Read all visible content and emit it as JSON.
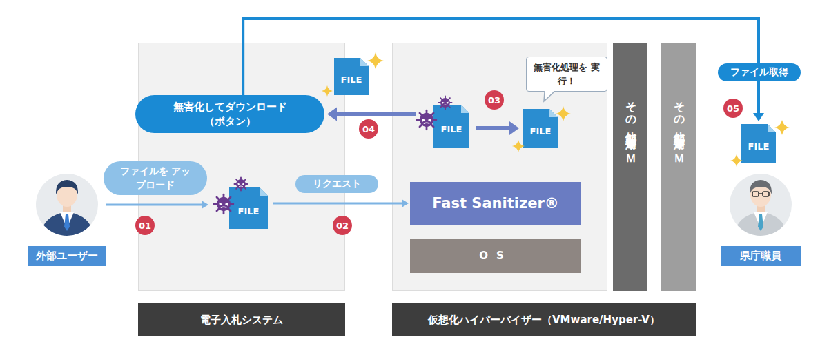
{
  "diagram": {
    "nodes": [
      {
        "text": [
          "外部ユーザー"
        ]
      },
      {
        "text": [
          "電子入札システム"
        ]
      },
      {
        "text": [
          "無害化してダウンロード （ボタン）"
        ],
        "in": 1
      },
      {
        "text": [
          "FILE"
        ],
        "in": 1
      },
      {
        "text": [
          "FILE"
        ],
        "in": 1
      },
      {
        "text": [
          "仮想化ハイパーバイザー（VMware/Hyper-V）"
        ]
      },
      {
        "text": [
          "無害化処理を 実行！"
        ],
        "in": 5
      },
      {
        "text": [
          "FILE"
        ],
        "in": 5
      },
      {
        "text": [
          "FILE"
        ],
        "in": 5
      },
      {
        "text": [
          "Fast Sanitizer®"
        ],
        "in": 5
      },
      {
        "text": [
          "OS"
        ],
        "in": 5
      },
      {
        "text": [
          "その他顧客運用ＶＭ"
        ],
        "in": 5
      },
      {
        "text": [
          "その他顧客運用ＶＭ"
        ],
        "in": 5
      },
      {
        "text": [
          "FILE"
        ]
      },
      {
        "text": [
          "県庁職員"
        ]
      }
    ],
    "edges": [
      {
        "from": 0,
        "to": 4,
        "label": "ファイルを アップロード",
        "arrow": "to"
      },
      {
        "from": 4,
        "to": 9,
        "label": "リクエスト",
        "arrow": "to"
      },
      {
        "from": 7,
        "to": 8,
        "arrow": "to"
      },
      {
        "from": 7,
        "to": 2,
        "arrow": "to"
      },
      {
        "from": 2,
        "to": 13,
        "label": "ファイル取得",
        "arrow": "to"
      }
    ],
    "labels": [
      "01",
      "02",
      "03",
      "04",
      "05"
    ]
  }
}
